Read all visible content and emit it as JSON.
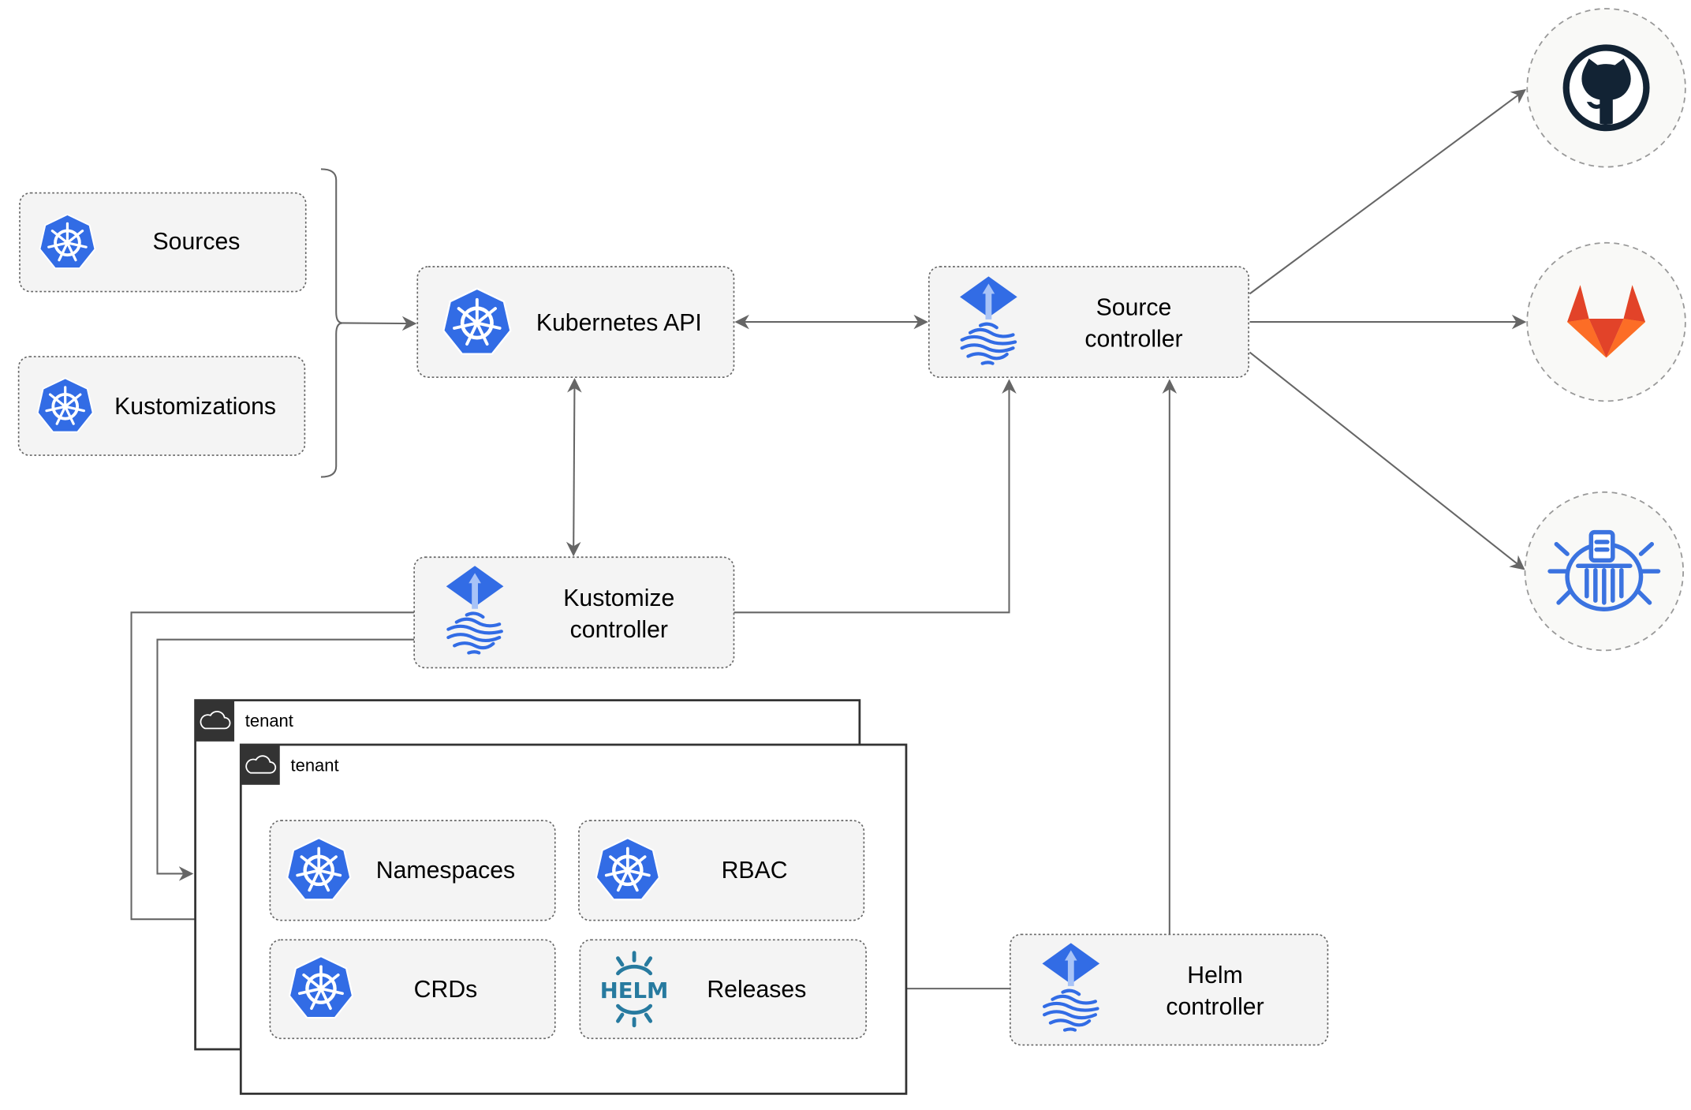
{
  "nodes": {
    "sources": "Sources",
    "kustomizations": "Kustomizations",
    "kubernetes_api": "Kubernetes API",
    "source_controller": [
      "Source",
      "controller"
    ],
    "kustomize_controller": [
      "Kustomize",
      "controller"
    ],
    "helm_controller": [
      "Helm",
      "controller"
    ],
    "namespaces": "Namespaces",
    "rbac": "RBAC",
    "crds": "CRDs",
    "releases": "Releases"
  },
  "tenants": [
    "tenant",
    "tenant"
  ],
  "helm_logo_text": "HELM",
  "external_sources": [
    "github-icon",
    "gitlab-icon",
    "bucket-icon"
  ],
  "colors": {
    "kubernetes_blue": "#326ce5",
    "helm_teal": "#277a9f",
    "gitlab_orange": "#e24329",
    "github_dark": "#122334",
    "edge": "#666666",
    "node_fill": "#f4f4f4"
  }
}
